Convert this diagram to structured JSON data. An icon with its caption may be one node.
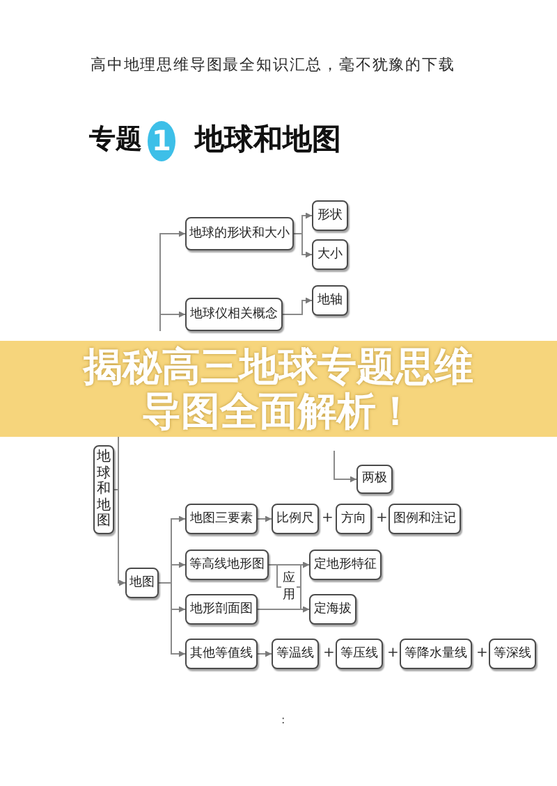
{
  "diagram": {
    "title": "地球和地图",
    "nodes": [
      {
        "text": [
          "地球和地图"
        ]
      },
      {
        "text": [
          "地球的形状和大小"
        ]
      },
      {
        "text": [
          "形状"
        ]
      },
      {
        "text": [
          "大小"
        ]
      },
      {
        "text": [
          "地球仪相关概念"
        ]
      },
      {
        "text": [
          "地轴"
        ]
      },
      {
        "text": [
          "两极"
        ]
      },
      {
        "text": [
          "地图"
        ]
      },
      {
        "text": [
          "地图三要素"
        ]
      },
      {
        "text": [
          "比例尺"
        ]
      },
      {
        "text": [
          "方向"
        ]
      },
      {
        "text": [
          "图例和注记"
        ]
      },
      {
        "text": [
          "等高线地形图"
        ]
      },
      {
        "text": [
          "定地形特征"
        ]
      },
      {
        "text": [
          "地形剖面图"
        ]
      },
      {
        "text": [
          "定海拔"
        ]
      },
      {
        "text": [
          "其他等值线"
        ]
      },
      {
        "text": [
          "等温线"
        ]
      },
      {
        "text": [
          "等压线"
        ]
      },
      {
        "text": [
          "等降水量线"
        ]
      },
      {
        "text": [
          "等深线"
        ]
      }
    ],
    "edges": [
      {
        "from": null,
        "to": 1,
        "arrow": "to"
      },
      {
        "from": null,
        "to": 4,
        "arrow": "to"
      },
      {
        "from": 1,
        "to": 2,
        "arrow": "to"
      },
      {
        "from": 1,
        "to": 3,
        "arrow": "to"
      },
      {
        "from": 4,
        "to": 5,
        "arrow": "to"
      },
      {
        "from": null,
        "to": 6,
        "arrow": "to"
      },
      {
        "from": 0,
        "to": 7,
        "arrow": "to"
      },
      {
        "from": 7,
        "to": 8,
        "arrow": "to"
      },
      {
        "from": 7,
        "to": 12,
        "arrow": "to"
      },
      {
        "from": 7,
        "to": 14,
        "arrow": "to"
      },
      {
        "from": 7,
        "to": 16,
        "arrow": "to"
      },
      {
        "from": 8,
        "to": 9,
        "arrow": "to"
      },
      {
        "from": 12,
        "to": 13,
        "arrow": "to",
        "label": "应用"
      },
      {
        "from": 12,
        "to": 15,
        "arrow": "to"
      },
      {
        "from": 14,
        "to": 13,
        "arrow": "to"
      },
      {
        "from": 14,
        "to": 15,
        "arrow": "to"
      },
      {
        "from": 16,
        "to": 17,
        "arrow": "to"
      }
    ],
    "labels": [
      "高中地理思维导图最全知识汇总，毫不犹豫的下载",
      "专题",
      "1",
      "揭秘高三地球专题思维导图全面解析！",
      "+",
      "+",
      "+",
      "+",
      "+",
      ":"
    ]
  }
}
